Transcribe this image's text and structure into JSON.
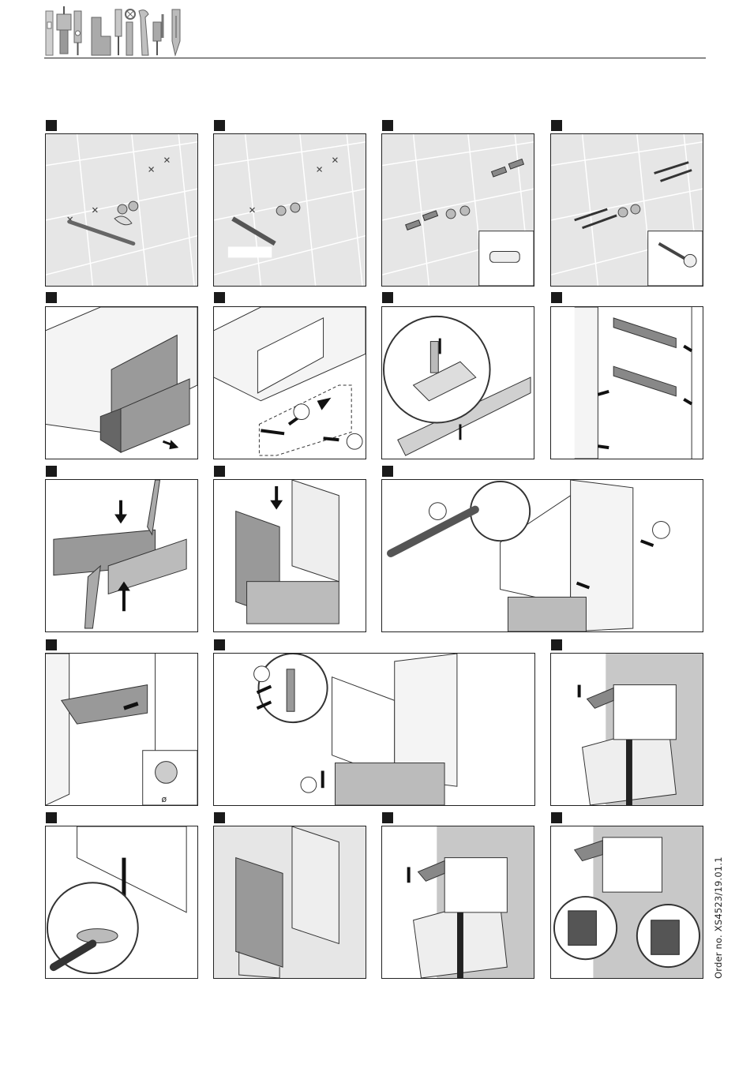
{
  "header": {
    "tool_icons": [
      "level-icon",
      "drill-icon",
      "screwdriver-icon",
      "wall-plug-icon",
      "wrench-icon",
      "silicone-gun-icon",
      "knife-icon"
    ]
  },
  "panels": [
    {
      "id": "1",
      "icon": "pencil-marking-icon"
    },
    {
      "id": "2",
      "icon": "drill-bit-icon"
    },
    {
      "id": "3",
      "icon": "wall-plug-icon"
    },
    {
      "id": "4",
      "icon": "screw-icon"
    },
    {
      "id": "5",
      "icon": "drawer-removal-icon"
    },
    {
      "id": "6",
      "icon": "drawer-slide-icon"
    },
    {
      "id": "7",
      "icon": "slide-lever-icon"
    },
    {
      "id": "8",
      "icon": "rail-mount-icon"
    },
    {
      "id": "9",
      "icon": "packaging-fold-icon"
    },
    {
      "id": "10",
      "icon": "cabinet-lift-icon"
    },
    {
      "id": "11",
      "icon": "screwdriver-assembly-icon"
    },
    {
      "id": "12",
      "icon": "cover-cap-icon"
    },
    {
      "id": "13",
      "icon": "cabinet-hang-icon"
    },
    {
      "id": "14",
      "icon": "hanger-adjust-up-icon"
    },
    {
      "id": "15",
      "icon": "foot-adjust-icon"
    },
    {
      "id": "16",
      "icon": "installed-cabinet-icon"
    },
    {
      "id": "17",
      "icon": "hanger-adjust-down-icon"
    },
    {
      "id": "18",
      "icon": "hanger-adjust-depth-icon"
    }
  ],
  "labels": {
    "cap_diameter": "ø",
    "order_number": "Order no. XS4523/19.01.1"
  }
}
